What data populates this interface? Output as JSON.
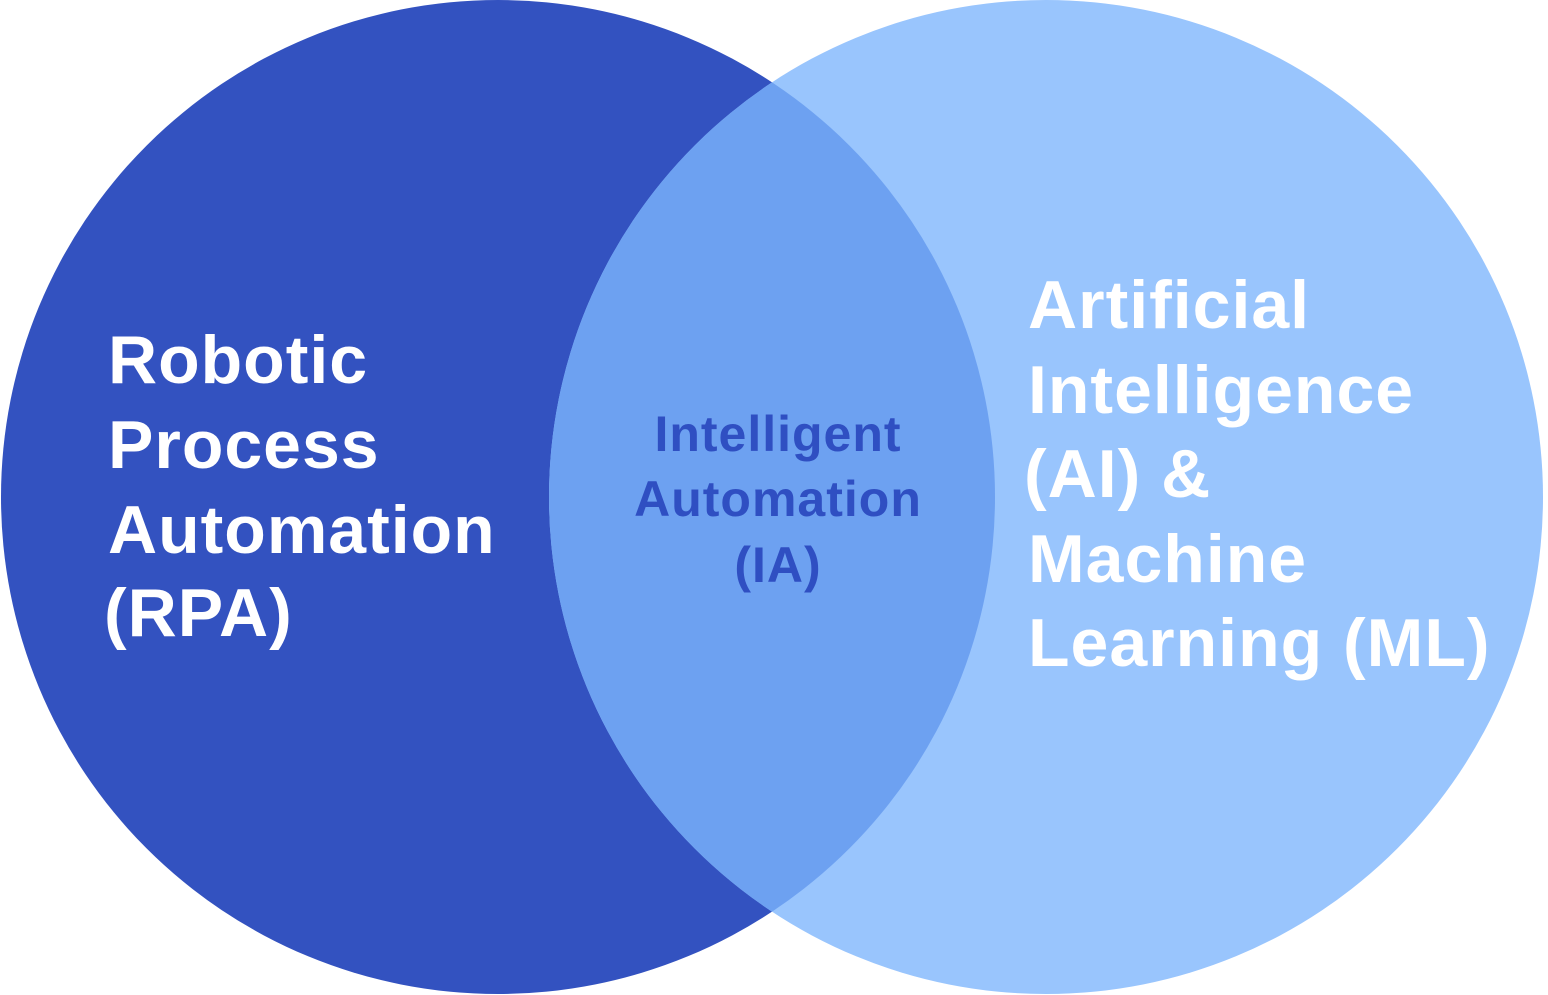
{
  "diagram": {
    "type": "venn",
    "colors": {
      "left_circle": "#3352C0",
      "right_circle": "#99C5FD",
      "overlap": "#6DA1F1",
      "overlap_text": "#2F4FC2",
      "circle_text": "#FFFFFF"
    },
    "left": {
      "lines": [
        "Robotic",
        "Process",
        "Automation",
        "(RPA)"
      ]
    },
    "right": {
      "lines": [
        "Artificial",
        "Intelligence",
        "(AI) &",
        "Machine",
        "Learning (ML)"
      ]
    },
    "overlap": {
      "lines": [
        "Intelligent",
        "Automation",
        "(IA)"
      ]
    }
  }
}
